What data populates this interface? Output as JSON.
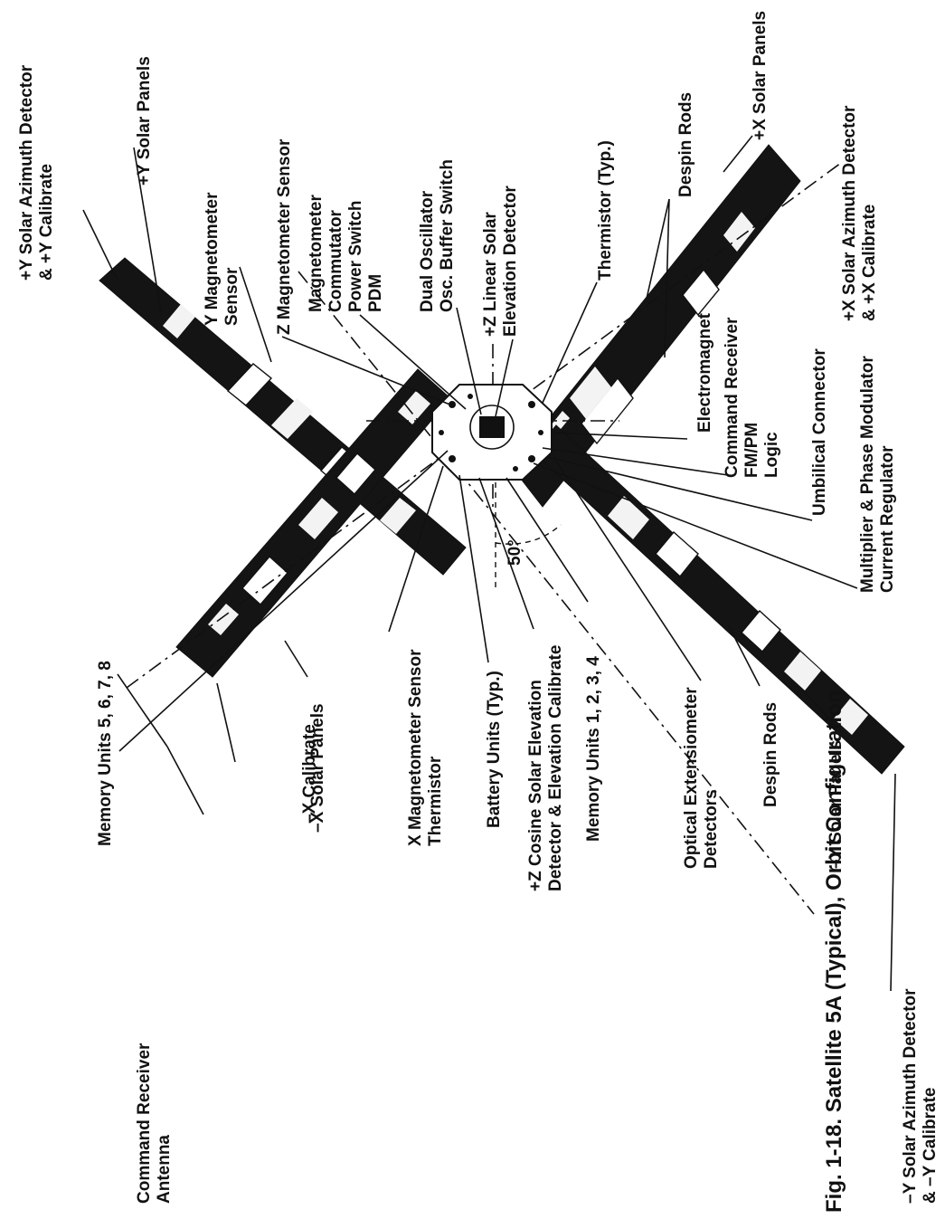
{
  "figure": {
    "caption": "Fig. 1-18. Satellite 5A (Typical), Orbit Configuration",
    "angle_label": "50°"
  },
  "labels": {
    "plus_y_solar_azimuth_detector": [
      "+Y Solar Azimuth Detector",
      "& +Y Calibrate"
    ],
    "plus_y_solar_panels": [
      "+Y Solar Panels"
    ],
    "y_magnetometer_sensor": [
      "Y Magnetometer",
      "Sensor"
    ],
    "z_magnetometer_sensor": [
      "Z Magnetometer Sensor"
    ],
    "magnetometer_commutator": [
      "Magnetometer",
      "Commutator",
      "Power Switch",
      "PDM"
    ],
    "dual_oscillator": [
      "Dual Oscillator",
      "Osc.  Buffer Switch"
    ],
    "plus_z_linear_solar": [
      "+Z Linear Solar",
      "Elevation Detector"
    ],
    "thermistor": [
      "Thermistor (Typ.)"
    ],
    "despin_rods_right": [
      "Despin Rods"
    ],
    "plus_x_solar_panels": [
      "+X Solar Panels"
    ],
    "plus_x_solar_azimuth_detector": [
      "+X Solar Azimuth Detector",
      "& +X Calibrate"
    ],
    "electromagnet": [
      "Electromagnet"
    ],
    "command_receiver": [
      "Command Receiver",
      "FM/PM",
      "Logic"
    ],
    "umbilical_connector": [
      "Umbilical Connector"
    ],
    "multiplier_phase_modulator": [
      "Multiplier & Phase Modulator",
      "Current Regulator"
    ],
    "memory_units_5_8": [
      "Memory Units 5, 6, 7, 8"
    ],
    "x_magnetometer_sensor": [
      "X Magnetometer Sensor",
      "Thermistor"
    ],
    "battery_units": [
      "Battery Units (Typ.)"
    ],
    "plus_z_cosine_solar": [
      "+Z Cosine Solar Elevation",
      "Detector & Elevation Calibrate"
    ],
    "memory_units_1_4": [
      "Memory Units 1, 2, 3, 4"
    ],
    "optical_extensiometer": [
      "Optical Extensiometer",
      "Detectors"
    ],
    "despin_rods_left": [
      "Despin Rods"
    ],
    "minus_y_solar_panels": [
      "–Y Solar Panels"
    ],
    "minus_y_solar_azimuth_detector": [
      "–Y Solar Azimuth Detector",
      "& –Y Calibrate"
    ],
    "minus_x_calibrate": [
      "–X Calibrate"
    ],
    "minus_x_solar_panels": [
      "–X Solar Panels"
    ],
    "command_receiver_antenna": [
      "Command Receiver",
      "Antenna"
    ]
  }
}
